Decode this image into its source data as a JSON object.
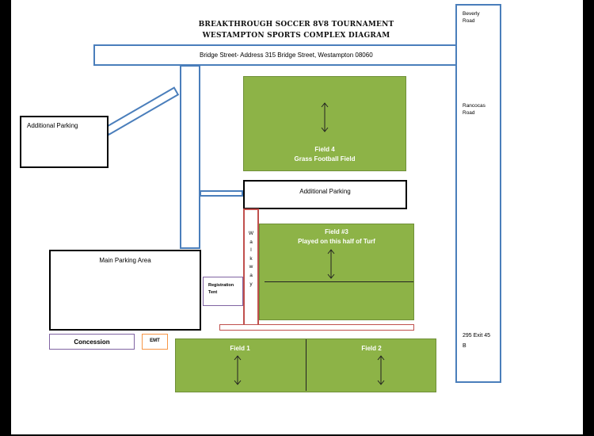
{
  "header": {
    "title_line1": "BREAKTHROUGH SOCCER 8V8 TOURNAMENT",
    "title_line2": "WESTAMPTON SPORTS COMPLEX DIAGRAM"
  },
  "roads": {
    "bridge_street": "Bridge Street- Address 315 Bridge Street, Westampton 08060",
    "beverly_road": [
      "Beverly",
      "Road"
    ],
    "rancocas_road": [
      "Rancocas",
      "Road"
    ],
    "exit": [
      "295 Exit 45",
      "B"
    ]
  },
  "areas": {
    "additional_parking_left": "Additional Parking",
    "additional_parking_center": "Additional Parking",
    "main_parking": "Main Parking Area",
    "registration_tent": [
      "Registration",
      "Tent"
    ],
    "concession": "Concession",
    "emt": "EMT",
    "walkway_letters": [
      "W",
      "a",
      "l",
      "k",
      "w",
      "a",
      "y"
    ]
  },
  "fields": {
    "field4": [
      "Field 4",
      "Grass Football Field"
    ],
    "field3": [
      "Field #3",
      "Played on this half of Turf"
    ],
    "field1": "Field 1",
    "field2": "Field 2"
  },
  "colors": {
    "field_green": "#8db347",
    "road_blue": "#4a7ebb",
    "walkway_red": "#c0504d",
    "concession_purple": "#8064a2",
    "emt_orange": "#f79646"
  }
}
